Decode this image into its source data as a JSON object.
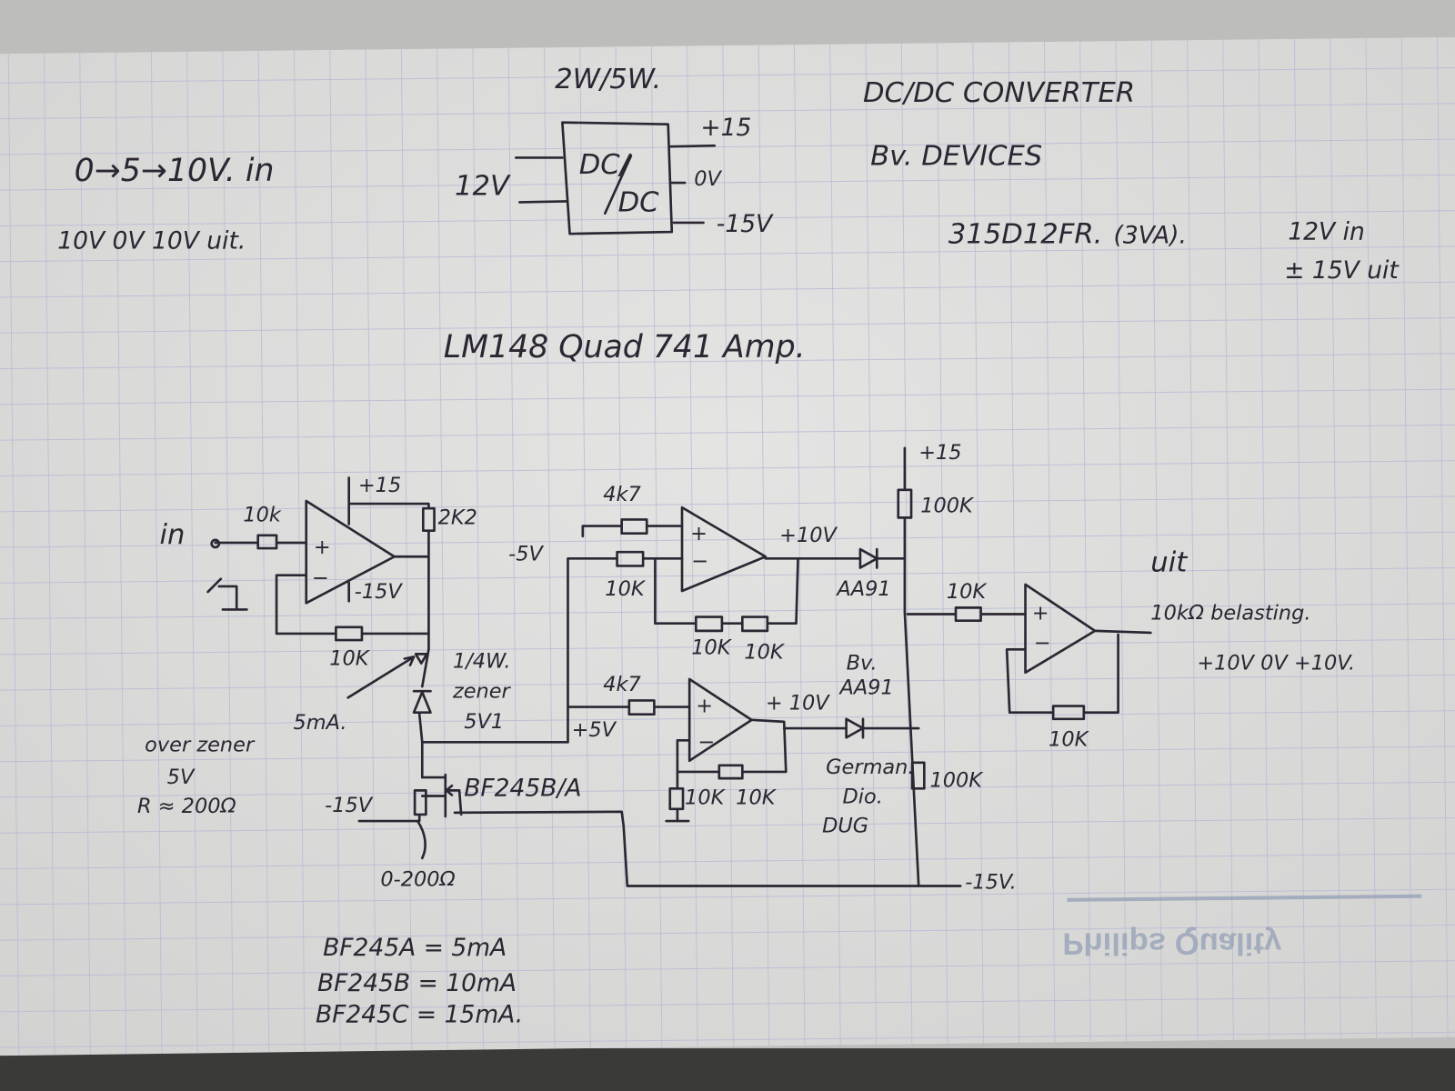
{
  "notes": {
    "input_range": "0→5→10V. in",
    "output_range": "10V 0V 10V uit."
  },
  "dcdc_block": {
    "power": "2W/5W.",
    "box_top": "DC/",
    "box_bottom": "DC",
    "input": "12V",
    "out_pos": "+15",
    "out_zero": "0V",
    "out_neg": "-15V"
  },
  "converter_info": {
    "title": "DC/DC CONVERTER",
    "supplier": "Bv. DEVICES",
    "part": "315D12FR.",
    "rating": "(3VA).",
    "spec_in": "12V in",
    "spec_out": "± 15V uit"
  },
  "chip": "LM148 Quad 741 Amp.",
  "stage1": {
    "in_label": "in",
    "r_in": "10k",
    "supply_pos": "+15",
    "r_pull": "2K2",
    "supply_neg": "-15V",
    "r_fb": "10K"
  },
  "zener": {
    "power": "1/4W.",
    "type": "zener",
    "voltage": "5V1",
    "current": "5mA.",
    "note_line1": "over zener",
    "note_line2": "5V",
    "note_line3": "R ≈ 200Ω"
  },
  "jfet": {
    "part": "BF245B/A",
    "supply": "-15V",
    "pot": "0-200Ω"
  },
  "stage2": {
    "r_ref": "4k7",
    "r_in": "10K",
    "node": "-5V",
    "out": "+10V",
    "diode": "AA91",
    "r_fb1": "10K",
    "r_fb2": "10K"
  },
  "stage3": {
    "r_in": "4k7",
    "node": "+5V",
    "out": "+ 10V",
    "diode_note": "Bv.",
    "diode": "AA91",
    "r_gnd": "10K",
    "r_fb": "10K",
    "diode_desc1": "German.",
    "diode_desc2": "Dio.",
    "diode_desc3": "DUG"
  },
  "bias": {
    "supply_pos": "+15",
    "r_top": "100K",
    "r_bottom": "100K",
    "supply_neg": "-15V."
  },
  "output_stage": {
    "r_in": "10K",
    "r_fb": "10K",
    "label": "uit",
    "load": "10kΩ belasting.",
    "range": "+10V 0V +10V."
  },
  "jfet_table": [
    "BF245A = 5mA",
    "BF245B = 10mA",
    "BF245C = 15mA."
  ],
  "stamp": "Philips Quality",
  "colors": {
    "ink": "#2b2631",
    "paper": "#dedede",
    "grid": "#b9bcd5",
    "stamp": "#98a3b8"
  }
}
